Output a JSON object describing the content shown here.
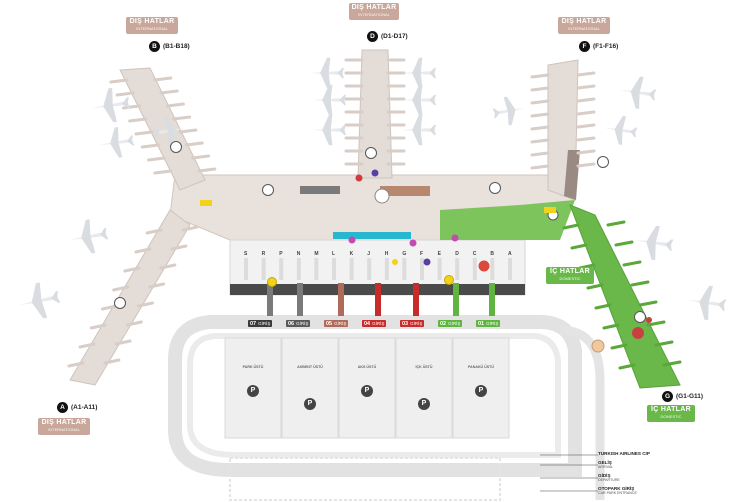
{
  "terminal_labels": {
    "intl_top_left": {
      "title": "DIŞ HATLAR",
      "subtitle": "INTERNATIONAL"
    },
    "intl_top_center": {
      "title": "DIŞ HATLAR",
      "subtitle": "INTERNATIONAL"
    },
    "intl_top_right": {
      "title": "DIŞ HATLAR",
      "subtitle": "INTERNATIONAL"
    },
    "intl_bottom_left": {
      "title": "DIŞ HATLAR",
      "subtitle": "INTERNATIONAL"
    },
    "domestic_mid": {
      "title": "İÇ HATLAR",
      "subtitle": "DOMESTIC"
    },
    "domestic_bottom": {
      "title": "İÇ HATLAR",
      "subtitle": "DOMESTIC"
    }
  },
  "piers": [
    {
      "letter": "A",
      "range": "(A1-A11)"
    },
    {
      "letter": "B",
      "range": "(B1-B18)"
    },
    {
      "letter": "D",
      "range": "(D1-D17)"
    },
    {
      "letter": "F",
      "range": "(F1-F16)"
    },
    {
      "letter": "G",
      "range": "(G1-G11)"
    }
  ],
  "checkin_rows": [
    "S",
    "R",
    "P",
    "N",
    "M",
    "L",
    "K",
    "J",
    "H",
    "G",
    "F",
    "E",
    "D",
    "C",
    "B",
    "A"
  ],
  "curb_gates": [
    {
      "num": "07",
      "label": "GİRİŞ",
      "color": "#3a3a3a"
    },
    {
      "num": "06",
      "label": "GİRİŞ",
      "color": "#5a5a5a"
    },
    {
      "num": "05",
      "label": "GİRİŞ",
      "color": "#b06a5a"
    },
    {
      "num": "04",
      "label": "GİRİŞ",
      "color": "#c92a2a"
    },
    {
      "num": "03",
      "label": "GİRİŞ",
      "color": "#c92a2a"
    },
    {
      "num": "02",
      "label": "GİRİŞ",
      "color": "#5fb53f"
    },
    {
      "num": "01",
      "label": "GİRİŞ",
      "color": "#5fb53f"
    }
  ],
  "parking": [
    {
      "label": "PARK ÜSTÜ"
    },
    {
      "label": "AKBENT ÜSTÜ"
    },
    {
      "label": "AKS ÜSTÜ"
    },
    {
      "label": "İÇK ÜSTÜ"
    },
    {
      "label": "PANAKÜ ÜSTÜ"
    }
  ],
  "legend": [
    {
      "title": "TURKISH AIRLINES CIP",
      "subtitle": ""
    },
    {
      "title": "GELİŞ",
      "subtitle": "ARRIVAL"
    },
    {
      "title": "GİDİŞ",
      "subtitle": "DEPARTURE"
    },
    {
      "title": "OTOPARK GİRİŞ",
      "subtitle": "CAR PARK ENTRANCE"
    }
  ],
  "colors": {
    "international": "#c9a79a",
    "domestic": "#6ab84a",
    "pier_fill": "#e4dcd7",
    "road": "#dcdcdc"
  }
}
